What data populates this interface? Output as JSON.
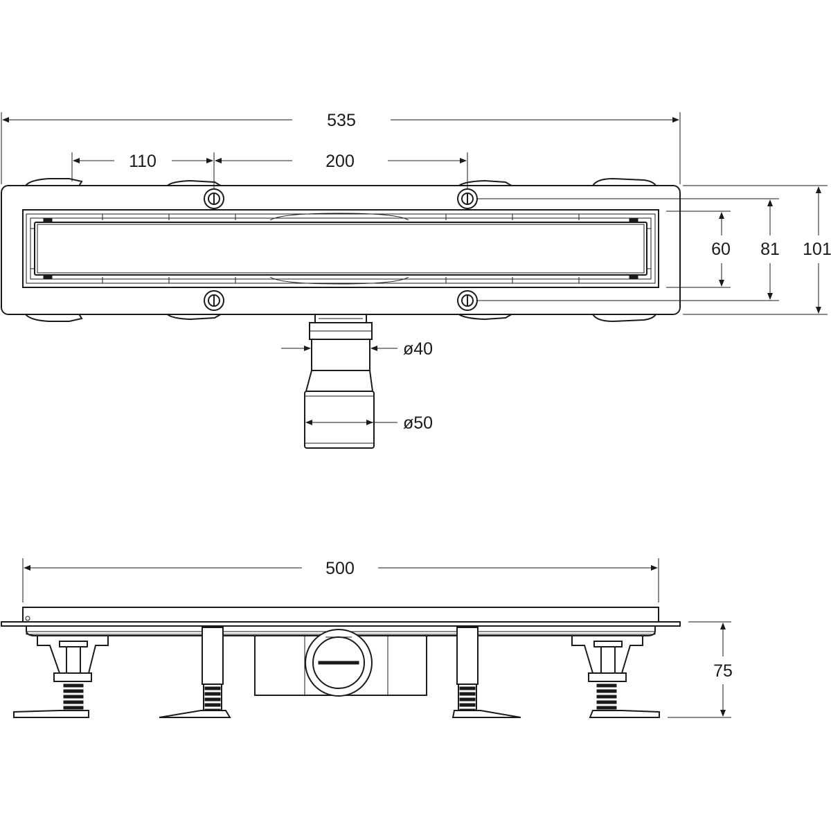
{
  "dimensions": {
    "overall_length": "535",
    "screw_offset": "110",
    "screw_spacing": "200",
    "grate_width": "60",
    "screw_span": "81",
    "overall_width": "101",
    "outlet_small": "ø40",
    "outlet_large": "ø50",
    "side_length": "500",
    "side_height": "75"
  },
  "colors": {
    "line": "#1a1a1a",
    "background": "#ffffff"
  }
}
